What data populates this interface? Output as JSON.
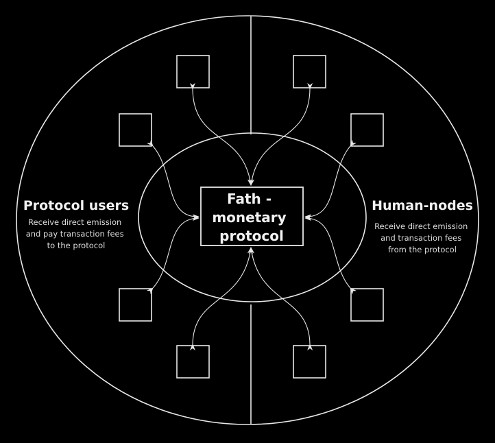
{
  "diagram": {
    "center": {
      "lines": [
        "Fath -",
        "monetary",
        "protocol"
      ]
    },
    "left_group": {
      "title": "Protocol users",
      "description": [
        "Receive direct emission",
        "and pay transaction fees",
        "to the protocol"
      ]
    },
    "right_group": {
      "title": "Human-nodes",
      "description": [
        "Receive direct emission",
        "and transaction fees",
        "from the protocol"
      ]
    },
    "stroke_color": "#e8e8e8",
    "background_color": "#000000"
  }
}
